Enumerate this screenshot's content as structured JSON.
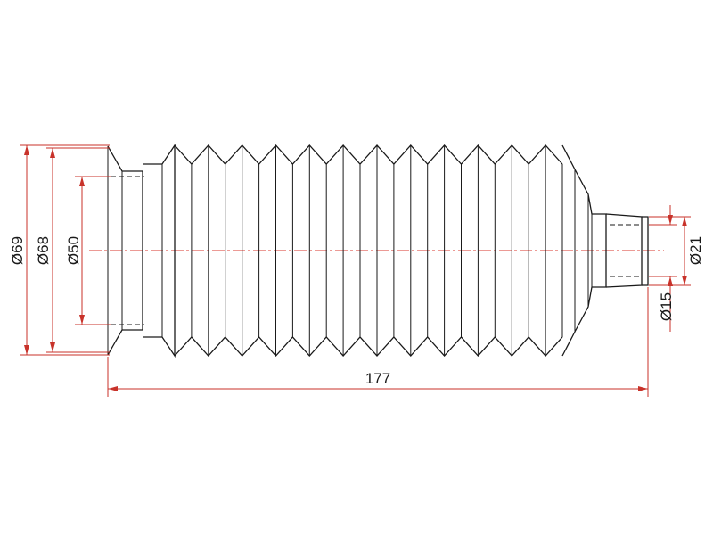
{
  "colors": {
    "outline": "#1a1a1a",
    "dimension": "#c8322a",
    "centerline": "#d9342b",
    "background": "#ffffff"
  },
  "dimensions": {
    "d69": "Ø69",
    "d68": "Ø68",
    "d50": "Ø50",
    "d21": "Ø21",
    "d15": "Ø15",
    "length": "177"
  }
}
